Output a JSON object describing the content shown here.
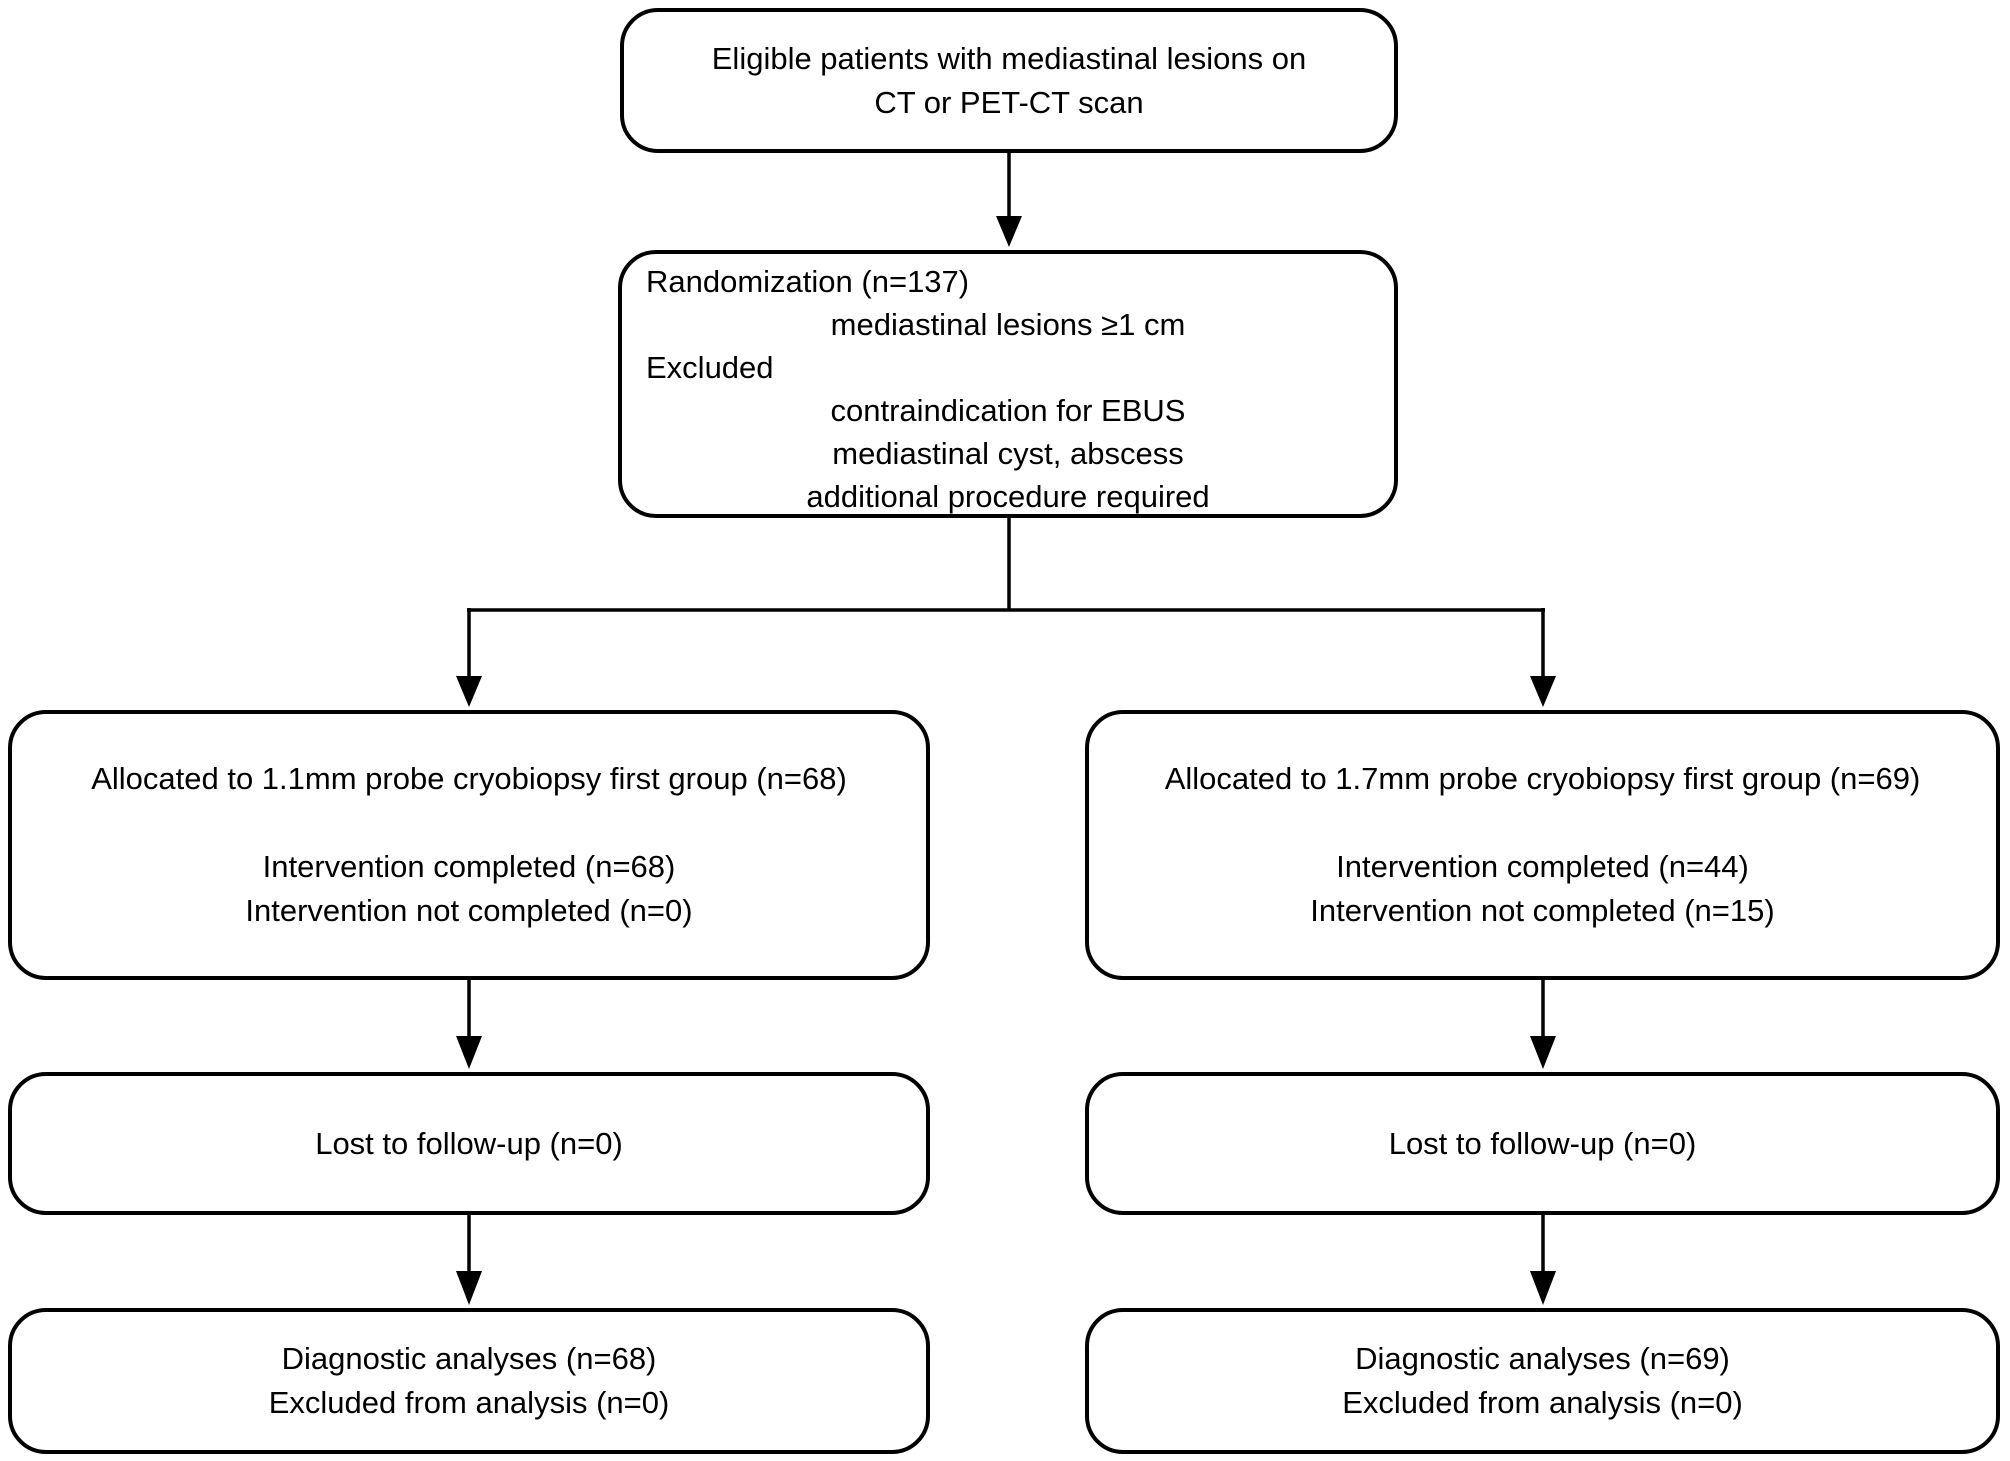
{
  "figure": {
    "type": "consort-flow-diagram",
    "colors": {
      "line": "#000000",
      "text": "#000000",
      "background": "#ffffff"
    }
  },
  "boxes": {
    "eligible": {
      "lines": [
        "Eligible patients with mediastinal lesions on",
        "CT or PET-CT scan"
      ]
    },
    "randomization": {
      "lines": [
        "Randomization (n=137)",
        "mediastinal lesions ≥1 cm",
        "Excluded",
        "contraindication for EBUS",
        "mediastinal cyst, abscess",
        "additional procedure required"
      ]
    },
    "alloc_left": {
      "lines": [
        "Allocated to 1.1mm probe cryobiopsy first group (n=68)",
        "",
        "Intervention completed (n=68)",
        "Intervention not completed (n=0)"
      ]
    },
    "alloc_right": {
      "lines": [
        "Allocated to 1.7mm probe cryobiopsy first group (n=69)",
        "",
        "Intervention completed (n=44)",
        "Intervention not completed (n=15)"
      ]
    },
    "lost_left": {
      "lines": [
        "Lost to follow-up (n=0)"
      ]
    },
    "lost_right": {
      "lines": [
        "Lost to follow-up (n=0)"
      ]
    },
    "diag_left": {
      "lines": [
        "Diagnostic analyses (n=68)",
        "Excluded from analysis (n=0)"
      ]
    },
    "diag_right": {
      "lines": [
        "Diagnostic analyses (n=69)",
        "Excluded from analysis (n=0)"
      ]
    }
  }
}
